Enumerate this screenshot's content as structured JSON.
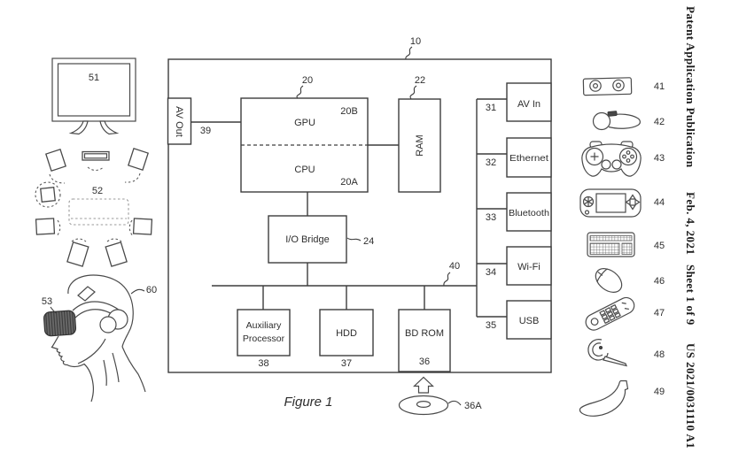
{
  "header": {
    "publication": "Patent Application Publication",
    "date": "Feb. 4, 2021",
    "sheet": "Sheet 1 of 9",
    "doc_number": "US 2021/0031110 A1"
  },
  "figure": {
    "caption": "Figure 1"
  },
  "blocks": {
    "av_out": "AV Out",
    "gpu": "GPU",
    "cpu": "CPU",
    "ram": "RAM",
    "io_bridge": "I/O Bridge",
    "aux_line1": "Auxiliary",
    "aux_line2": "Processor",
    "hdd": "HDD",
    "bd_rom": "BD ROM",
    "av_in": "AV In",
    "ethernet": "Ethernet",
    "bluetooth": "Bluetooth",
    "wifi": "Wi-Fi",
    "usb": "USB"
  },
  "refs": {
    "system": "10",
    "soc": "20",
    "gpu_part": "20B",
    "cpu_part": "20A",
    "ram": "22",
    "io_bridge": "24",
    "av_in": "31",
    "ethernet": "32",
    "bluetooth": "33",
    "wifi": "34",
    "usb": "35",
    "bd_rom": "36",
    "disc": "36A",
    "hdd": "37",
    "aux": "38",
    "av_out": "39",
    "bus": "40",
    "camera": "41",
    "move_controller": "42",
    "gamepad": "43",
    "handheld": "44",
    "keyboard": "45",
    "mouse": "46",
    "remote": "47",
    "headset": "48",
    "banana": "49",
    "tv": "51",
    "speakers": "52",
    "hmd": "53",
    "head": "60"
  },
  "colors": {
    "line": "#3d3d3d",
    "text": "#2e2e2e",
    "visor_fill": "#6b6b6b",
    "background": "#ffffff"
  }
}
